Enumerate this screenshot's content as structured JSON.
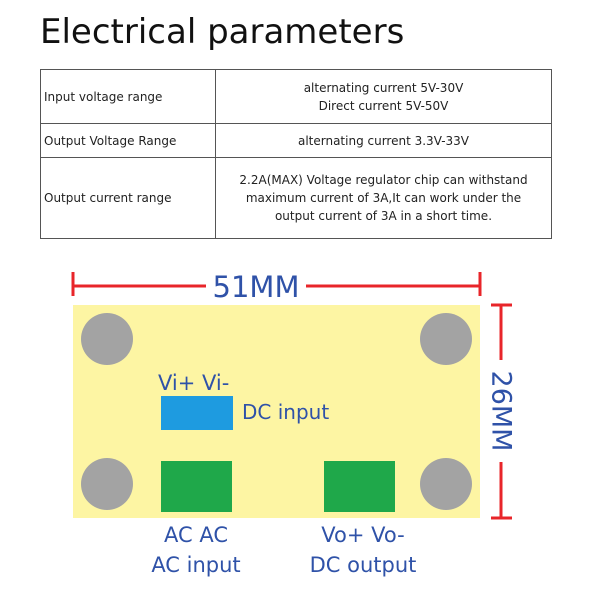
{
  "page_title": "Electrical parameters",
  "params_table": [
    {
      "label": "Input voltage range",
      "value_lines": [
        "alternating current 5V-30V",
        "Direct current 5V-50V"
      ]
    },
    {
      "label": "Output Voltage Range",
      "value_lines": [
        "alternating current 3.3V-33V"
      ]
    },
    {
      "label": "Output current range",
      "value_lines": [
        "2.2A(MAX) Voltage regulator chip can withstand",
        "maximum current of 3A,It can work under the",
        "output current of 3A in a short time."
      ]
    }
  ],
  "board": {
    "width_label": "51MM",
    "height_label": "26MM",
    "vi_label": "Vi+ Vi-",
    "dc_input_label": "DC input",
    "ac_pins_label": "AC AC",
    "ac_input_label": "AC input",
    "vo_pins_label": "Vo+ Vo-",
    "dc_output_label": "DC output"
  },
  "colors": {
    "board_fill": "#fdf5a3",
    "hole_fill": "#a3a3a3",
    "dimension_red": "#e8252a",
    "dimension_text": "#2f52a8",
    "dc_input_pad": "#1e9be0",
    "terminal_green": "#1fa84a"
  }
}
